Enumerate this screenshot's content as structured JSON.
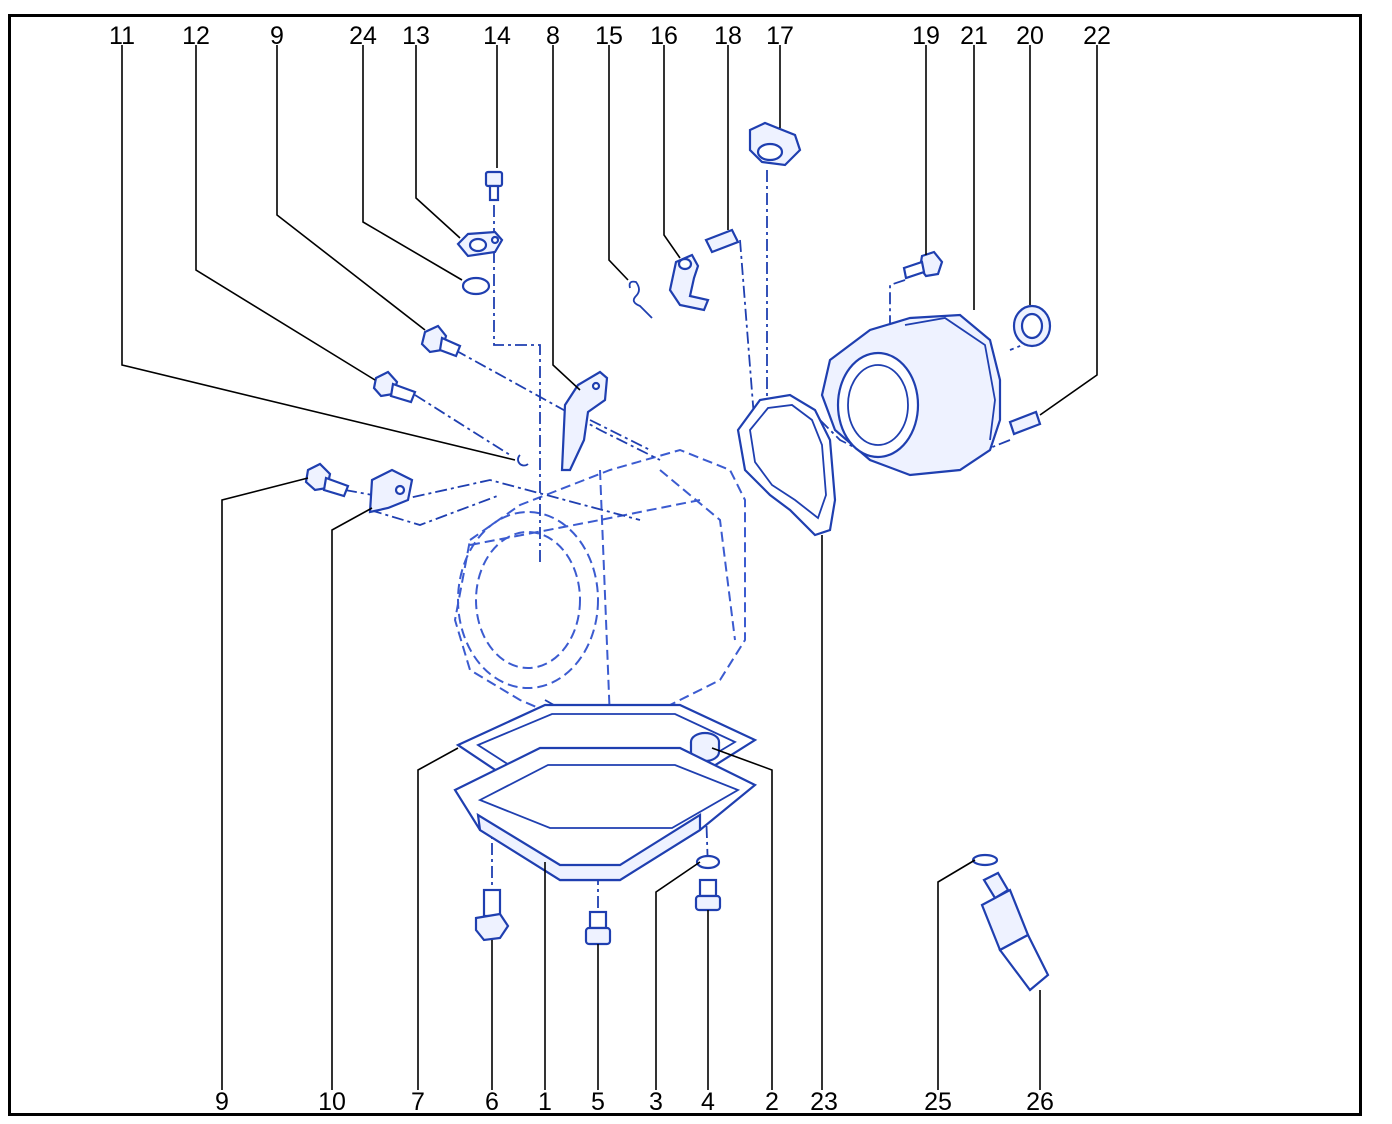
{
  "diagram": {
    "top_labels": [
      "11",
      "12",
      "9",
      "24",
      "13",
      "14",
      "8",
      "15",
      "16",
      "18",
      "17",
      "19",
      "21",
      "20",
      "22"
    ],
    "bottom_labels": [
      "9",
      "10",
      "7",
      "6",
      "1",
      "5",
      "3",
      "4",
      "2",
      "23",
      "25",
      "26"
    ],
    "colors": {
      "line": "#1f3fb0",
      "frame": "#000000",
      "background": "#ffffff"
    }
  }
}
